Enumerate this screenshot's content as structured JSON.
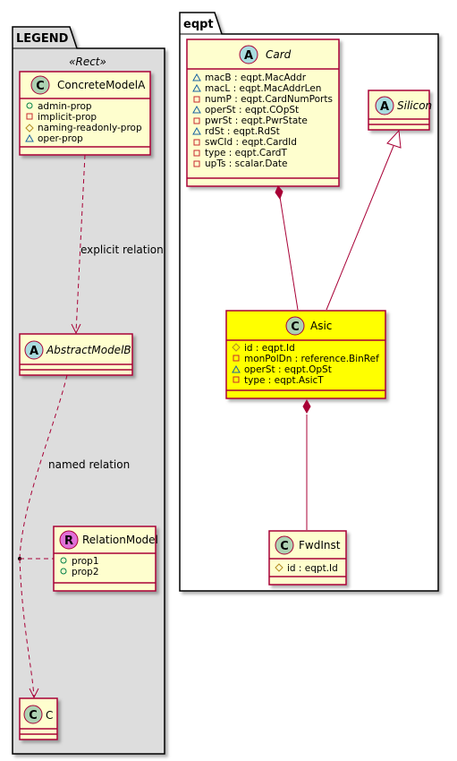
{
  "legend": {
    "title": "LEGEND",
    "stereotype": "«Rect»",
    "concrete": {
      "name": "ConcreteModelA",
      "glyph": "C",
      "attrs": [
        "admin-prop",
        "implicit-prop",
        "naming-readonly-prop",
        "oper-prop"
      ]
    },
    "abstract": {
      "name": "AbstractModelB",
      "glyph": "A"
    },
    "relation": {
      "name": "RelationModel",
      "glyph": "R",
      "attrs": [
        "prop1",
        "prop2"
      ]
    },
    "c": {
      "name": "C",
      "glyph": "C"
    },
    "explicit_label": "explicit relation",
    "named_label": "named relation"
  },
  "eqpt": {
    "title": "eqpt",
    "card": {
      "name": "Card",
      "glyph": "A",
      "attrs": [
        "macB : eqpt.MacAddr",
        "macL : eqpt.MacAddrLen",
        "numP : eqpt.CardNumPorts",
        "operSt : eqpt.COpSt",
        "pwrSt : eqpt.PwrState",
        "rdSt : eqpt.RdSt",
        "swCId : eqpt.CardId",
        "type : eqpt.CardT",
        "upTs : scalar.Date"
      ]
    },
    "silicon": {
      "name": "Silicon",
      "glyph": "A"
    },
    "asic": {
      "name": "Asic",
      "glyph": "C",
      "attrs": [
        "id : eqpt.Id",
        "monPolDn : reference.BinRef",
        "operSt : eqpt.OpSt",
        "type : eqpt.AsicT"
      ]
    },
    "fwdinst": {
      "name": "FwdInst",
      "glyph": "C",
      "attrs": [
        "id : eqpt.Id"
      ]
    }
  },
  "colors": {
    "classFill": "#FEFECE",
    "border": "#A80036",
    "highlight": "#FFFF00",
    "glyphC": "#ADD1B2",
    "glyphA": "#A9DCDF",
    "glyphR": "#E070D8",
    "legendBg": "#DDDDDD"
  }
}
